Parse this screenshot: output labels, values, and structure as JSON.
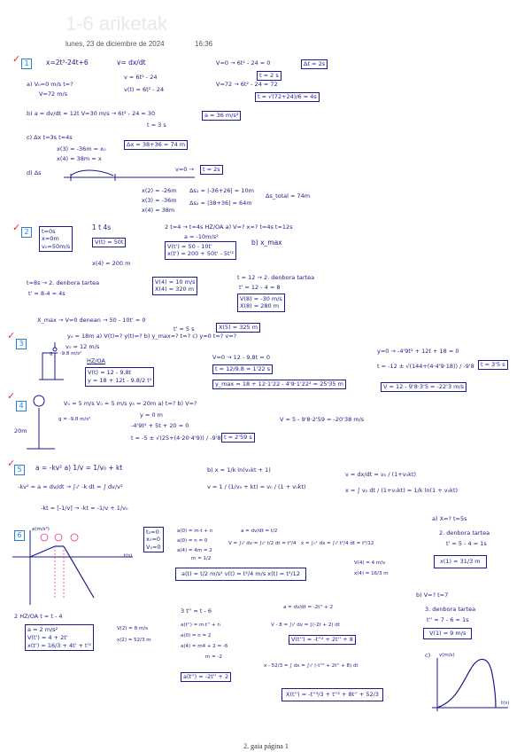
{
  "header": {
    "title": "1-6 ariketak",
    "date": "lunes, 23 de diciembre de 2024",
    "time": "16:36"
  },
  "footer": {
    "page_label": "2. gaia página 1"
  },
  "problems": {
    "p1": {
      "number": "1",
      "l1": "x=2t³-24t+6",
      "l2": "v= dx/dt",
      "l3": "v = 6t² - 24",
      "l4": "v(t) = 6t² - 24",
      "a_l1": "a)  V₀=0 m/s   t=?",
      "a_l2": "V=72 m/s",
      "r1": "V=0 → 6t² - 24 = 0",
      "r2": "t = 2 s",
      "r3": "V=72 → 6t² - 24 = 72",
      "r4": "t = √(72+24)/6 = 4s",
      "ans_dt": "Δt = 2s",
      "b_l1": "b)   a = dv/dt = 12t   V=30 m/s → 6t² - 24 = 30",
      "b_l2": "t = 3 s",
      "b_ans": "a = 36 m/s²",
      "c_l1": "c)  Δx        t=3s   t=4s",
      "c_l2": "x(3) = -36m = x₀",
      "c_l3": "x(4) = 38m = x",
      "c_ans": "Δx = 38+36 = 74 m",
      "d_l1": "d)  Δs",
      "d_l2": "v=0 →",
      "d_t": "t = 2s",
      "d_l3": "x(2) = -26m",
      "d_l4": "x(3) = -36m",
      "d_l5": "x(4) = 38m",
      "d_l6": "Δs₁ = |-36+26| = 10m",
      "d_l7": "Δs₂ = |38+36| = 64m",
      "d_ans": "Δs_total = 74m"
    },
    "p2": {
      "number": "2",
      "given1": "t=0s",
      "given2": "x=0m",
      "given3": "v₀=50m/s",
      "a1_label": "1  t      4s",
      "a1_box": "V(t) = 50t",
      "a1_res": "x(4) = 200 m",
      "b_label": "2  t=4 → t=4s  HZ/OA   a) V=?  x=?  t=4s   t=12s",
      "b_acc": "a = -10m/s²",
      "b_box1": "V(t') = 50 - 10t'",
      "b_box2": "x(t') = 200 + 50t' - 5t'²",
      "b_xmax": "b) x_max",
      "c1": "t=8s → 2. denbora tartea",
      "c2": "t' = 8-4 = 4s",
      "c_box1": "V(4) = 10 m/s",
      "c_box2": "X(4) = 320 m",
      "d1": "t = 12 → 2. denbora tartea",
      "d2": "t' = 12 - 4 = 8",
      "d_box1": "V(8) = -30 m/s",
      "d_box2": "X(8) = 280 m",
      "xmax1": "X_max → V=0   denean → 50 - 10t' = 0",
      "xmax2": "t' = 5 s",
      "xmax_box": "X(5) = 325 m"
    },
    "p3": {
      "number": "3",
      "q": "y₀ = 18m      a) V(t)=?  y(t)=?   b) y_max=?  t=?    c) y=0  t=?  v=?",
      "v0": "v₀ = 12 m/s",
      "g": "g = -9.8 m/s²",
      "hzoa": "HZ/OA",
      "box1": "V(t) = 12 - 9.8t",
      "box2": "y = 18 + 12t - 9.8/2 t²",
      "b1": "V=0 → 12 - 9.8t = 0",
      "b_t": "t = 12/9.8 = 1'22 s",
      "b_y": "y_max = 18 + 12·1'22 - 4'9·1'22² = 25'35 m",
      "c1": "y=0 → -4'9t² + 12t + 18 = 0",
      "c2": "t = -12 ± √(144+(4·4'9·18)) / -9'8",
      "c_t": "t = 3'5 s",
      "c_v": "V = 12 - 9'8·3'5 = -22'3 m/s"
    },
    "p4": {
      "number": "4",
      "h": "20m",
      "q": "V₀ = 5 m/s      V₀ = 5 m/s   y₀ = 20m    a) t=?   b) V=?",
      "g": "g = -9.8 m/s²",
      "s1": "y = 0 m",
      "s2": "-4'9t² + 5t + 20 = 0",
      "s3": "t = -5 ± √(25+(4·20·4'9)) / -9'8",
      "t_box": "t = 2'59 s",
      "v_ans": "V = 5 - 9'8·2'59 = -20'38 m/s"
    },
    "p5": {
      "number": "5",
      "l1": "a = -kv²    a)  1/v = 1/v₀ + kt",
      "l2": "-kv² = a = dv/dt  →  ∫₀ᵗ -k dt = ∫ dv/v²",
      "l3": "-kt = [-1/v]  →  -kt = -1/v + 1/v₀",
      "b1": "b)   x = 1/k ln(v₀kt + 1)",
      "b2": "v = 1 / (1/v₀ + kt) = v₀ / (1 + v₀kt)",
      "b3": "v = dx/dt = v₀ / (1+v₀kt)",
      "b4": "x = ∫ v₀ dt / (1+v₀kt) = 1/k ln(1 + v₀kt)"
    },
    "p6": {
      "number": "6",
      "axis_y": "a(m/s²)",
      "axis_x": "t(s)",
      "given1": "t₀=0",
      "given2": "x₀=0",
      "given3": "V₀=0",
      "s1_1": "a(0) = m·t + n",
      "s1_2": "a(0) = n = 0",
      "s1_3": "a(4) = 4m = 2",
      "s1_4": "m = 1/2",
      "s1_5": "a = dv/dt = t/2",
      "s1_6": "V = ∫₀ᵗ dv = ∫₀ᵗ t/2 dt = t²/4",
      "s1_7": "x = ∫₀ˣ dx = ∫₀ᵗ t²/4 dt = t³/12",
      "s1_8": "V(4) = 4 m/s",
      "s1_9": "x(4) = 16/3 m",
      "s1_box": "a(t) = t/2 m/s²     v(t) = t²/4 m/s     x(t) = t³/12",
      "s2_1": "2  HZ/OA   t = t - 4",
      "s2_box1": "a = 2 m/s²",
      "s2_box2": "V(t') = 4 + 2t'",
      "s2_box3": "x(t') = 16/3 + 4t' + t'²",
      "s2_r1": "V(2) = 8 m/s",
      "s2_r2": "x(2) = 52/3 m",
      "s3_1": "3  t'' = t - 6",
      "s3_2": "a(t'') = m·t'' + n",
      "s3_3": "a(0) = n = 2",
      "s3_4": "a(4) = m4 + 2 = -6",
      "s3_5": "m = -2",
      "s3_box": "a(t'') = -2t'' + 2",
      "s3_6": "a = dv/dt = -2t'' + 2",
      "s3_7": "V - 8 = ∫₀ᵗ dv = ∫(-2t + 2) dt",
      "s3_box2": "V(t'') = -t''² + 2t'' + 8",
      "s3_8": "x - 52/3 = ∫ dx = ∫₀ᵗ (-t''² + 2t'' + 8) dt",
      "s3_box3": "X(t'') = -t''³/3 + t''² + 8t'' + 52/3",
      "ra_1": "a)  X=?  t=5s",
      "ra_2": "2. denbora tartea",
      "ra_3": "t' = 5 - 4 = 1s",
      "ra_box": "x(1) = 31/3 m",
      "rb_1": "b)  V=?   t=7",
      "rb_2": "3. denbora tartea",
      "rb_3": "t'' = 7 - 6 = 1s",
      "rb_box": "V(1) = 9 m/s",
      "rc_1": "c)",
      "rc_axis_y": "v(m/s)",
      "rc_axis_x": "t(s)"
    }
  }
}
